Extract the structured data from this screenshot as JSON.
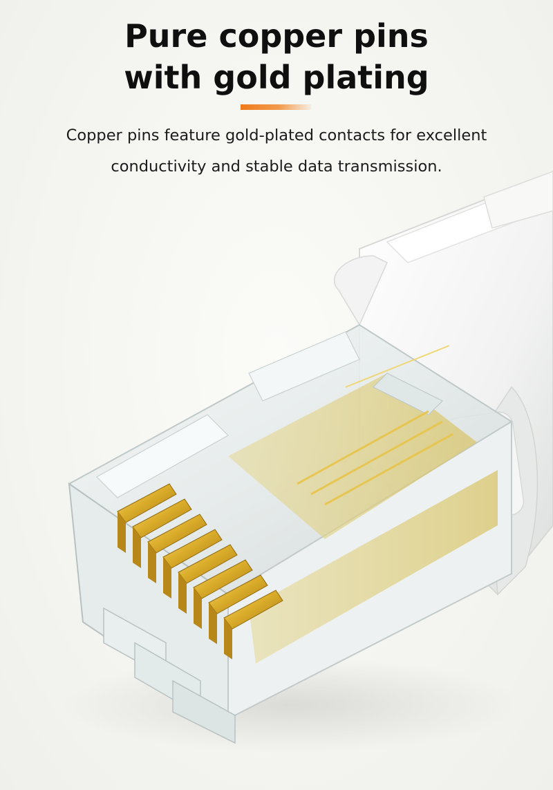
{
  "headline": {
    "line1": "Pure copper pins",
    "line2": "with gold plating"
  },
  "description": {
    "line1": "Copper pins feature gold-plated contacts for excellent",
    "line2": "conductivity and stable data transmission."
  },
  "colors": {
    "accent": "#f07a1a",
    "gold": "#d9a925",
    "gold_light": "#f3d479",
    "plastic": "#e9eeee"
  },
  "illustration": {
    "icon": "rj45-connector-icon"
  }
}
